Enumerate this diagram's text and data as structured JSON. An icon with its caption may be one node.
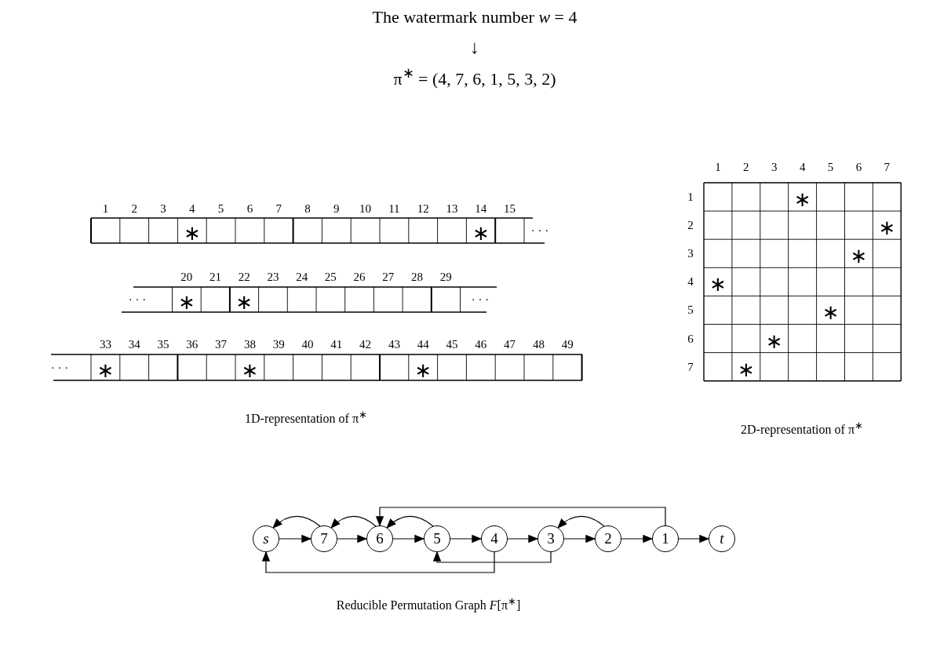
{
  "diagram": {
    "nodes": [
      {
        "text": [
          "s"
        ]
      },
      {
        "text": [
          "7"
        ]
      },
      {
        "text": [
          "6"
        ]
      },
      {
        "text": [
          "5"
        ]
      },
      {
        "text": [
          "4"
        ]
      },
      {
        "text": [
          "3"
        ]
      },
      {
        "text": [
          "2"
        ]
      },
      {
        "text": [
          "1"
        ]
      },
      {
        "text": [
          "t"
        ]
      }
    ],
    "edges": [
      {
        "from": 0,
        "to": 1,
        "arrow": "to"
      },
      {
        "from": 1,
        "to": 2,
        "arrow": "to"
      },
      {
        "from": 2,
        "to": 3,
        "arrow": "to"
      },
      {
        "from": 3,
        "to": 4,
        "arrow": "to"
      },
      {
        "from": 4,
        "to": 5,
        "arrow": "to"
      },
      {
        "from": 5,
        "to": 6,
        "arrow": "to"
      },
      {
        "from": 6,
        "to": 7,
        "arrow": "to"
      },
      {
        "from": 7,
        "to": 8,
        "arrow": "to"
      },
      {
        "from": 1,
        "to": 0,
        "arrow": "to"
      },
      {
        "from": 2,
        "to": 1,
        "arrow": "to"
      },
      {
        "from": 3,
        "to": 2,
        "arrow": "to"
      },
      {
        "from": 6,
        "to": 5,
        "arrow": "to"
      },
      {
        "from": 7,
        "to": 2,
        "arrow": "to"
      },
      {
        "from": 4,
        "to": 0,
        "arrow": "to"
      },
      {
        "from": 5,
        "to": 3,
        "arrow": "to"
      }
    ],
    "labels": [
      "The watermark number *w* = 4",
      "↓",
      "π$^{∗}$ = (4, 7, 6, 1, 5, 3, 2)",
      "1",
      "2",
      "3",
      "4",
      "5",
      "6",
      "7",
      "8",
      "9",
      "10",
      "11",
      "12",
      "13",
      "14",
      "15",
      "∗",
      "∗",
      "· · ·",
      "· · ·",
      "20",
      "21",
      "22",
      "23",
      "24",
      "25",
      "26",
      "27",
      "28",
      "29",
      "∗",
      "∗",
      "· · ·",
      "· · ·",
      "33",
      "34",
      "35",
      "36",
      "37",
      "38",
      "39",
      "40",
      "41",
      "42",
      "43",
      "44",
      "45",
      "46",
      "47",
      "48",
      "49",
      "∗",
      "∗",
      "∗",
      "1D-representation of π$^{∗}$",
      "1",
      "2",
      "3",
      "4",
      "5",
      "6",
      "7",
      "1",
      "∗",
      "2",
      "∗",
      "3",
      "∗",
      "4",
      "∗",
      "5",
      "∗",
      "6",
      "∗",
      "7",
      "∗",
      "2D-representation of π$^{∗}$",
      "Reducible Permutation Graph *F*[π$^{∗}$]"
    ]
  }
}
